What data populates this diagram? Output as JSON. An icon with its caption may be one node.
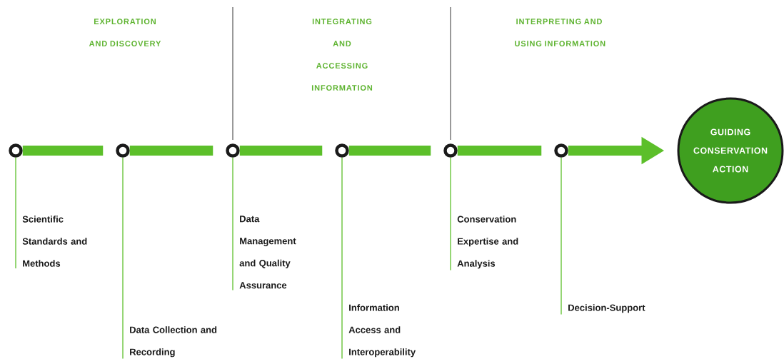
{
  "diagram": {
    "nodes": [
      {
        "text": [],
        "shape": "circle"
      },
      {
        "text": [],
        "shape": "circle"
      },
      {
        "text": [],
        "shape": "circle"
      },
      {
        "text": [],
        "shape": "circle"
      },
      {
        "text": [],
        "shape": "circle"
      },
      {
        "text": [],
        "shape": "circle"
      },
      {
        "text": [
          "GUIDING CONSERVATION ACTION"
        ]
      },
      {
        "text": [
          "Scientific Standards and Methods"
        ]
      },
      {
        "text": [
          "Data Collection and Recording"
        ]
      },
      {
        "text": [
          "Data Management and Quality Assurance"
        ]
      },
      {
        "text": [
          "Information Access and Interoperability"
        ]
      },
      {
        "text": [
          "Conservation Expertise and Analysis"
        ]
      },
      {
        "text": [
          "Decision-Support"
        ]
      }
    ],
    "edges": [
      {
        "from": 0,
        "to": 1,
        "arrow": "none",
        "style": "thick"
      },
      {
        "from": 1,
        "to": 2,
        "arrow": "none",
        "style": "thick"
      },
      {
        "from": 2,
        "to": 3,
        "arrow": "none",
        "style": "thick"
      },
      {
        "from": 3,
        "to": 4,
        "arrow": "none",
        "style": "thick"
      },
      {
        "from": 4,
        "to": 5,
        "arrow": "none",
        "style": "thick"
      },
      {
        "from": 5,
        "to": 6,
        "arrow": "to",
        "style": "thick"
      },
      {
        "from": 7,
        "to": 0,
        "arrow": "none"
      },
      {
        "from": 8,
        "to": 1,
        "arrow": "none"
      },
      {
        "from": 9,
        "to": 2,
        "arrow": "none"
      },
      {
        "from": 10,
        "to": 3,
        "arrow": "none"
      },
      {
        "from": 11,
        "to": 4,
        "arrow": "none"
      },
      {
        "from": 12,
        "to": 5,
        "arrow": "none"
      }
    ],
    "labels": [
      "EXPLORATION AND DISCOVERY",
      "INTEGRATING AND ACCESSING INFORMATION",
      "INTERPRETING AND USING INFORMATION"
    ]
  }
}
